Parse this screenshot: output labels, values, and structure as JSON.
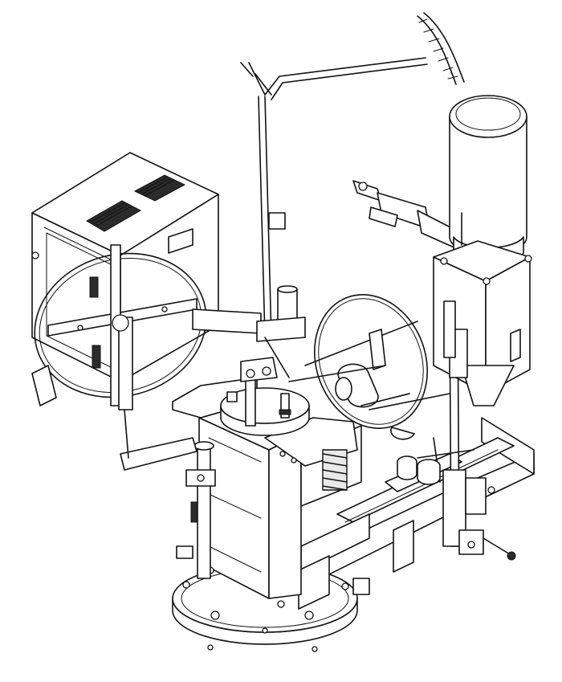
{
  "figure": {
    "caption": "",
    "colors": {
      "line": "#111111",
      "fill": "#ffffff",
      "shade": "#e9e9e9",
      "dark": "#2b2b2b"
    },
    "components": [
      "control-cabinet",
      "spool-reel-left",
      "spool-reel-center",
      "lamp-arm",
      "cylindrical-hopper",
      "hopper-housing",
      "central-housing",
      "rotary-turret-plate",
      "base-turntable",
      "horizontal-rail-frame",
      "vertical-mast",
      "spring-coil",
      "air-valve-fitting"
    ]
  }
}
